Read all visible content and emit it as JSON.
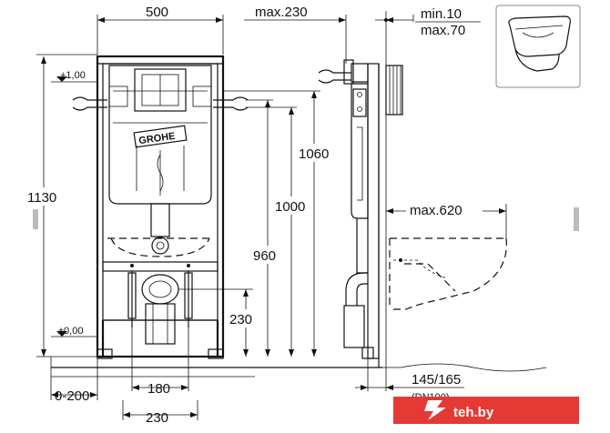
{
  "dimensions": {
    "frame_width": "500",
    "pipe_depth": "max.230",
    "wall_gap_min": "min.10",
    "wall_gap_max": "max.70",
    "plus_level": "+1,00",
    "zero_level": "±0,00",
    "total_height": "1130",
    "height_1060": "1060",
    "height_1000": "1000",
    "height_960": "960",
    "height_230": "230",
    "bowl_projection": "max.620",
    "bolt_spacing": "180",
    "drain_spacing": "230",
    "floor_range": "0-200",
    "wall_depth": "145/165",
    "dn_label": "(DN100)"
  },
  "logo": {
    "brand": "GROHE"
  },
  "watermark": {
    "site": "teh.by"
  },
  "colors": {
    "line": "#111111",
    "badge": "#e53935"
  }
}
